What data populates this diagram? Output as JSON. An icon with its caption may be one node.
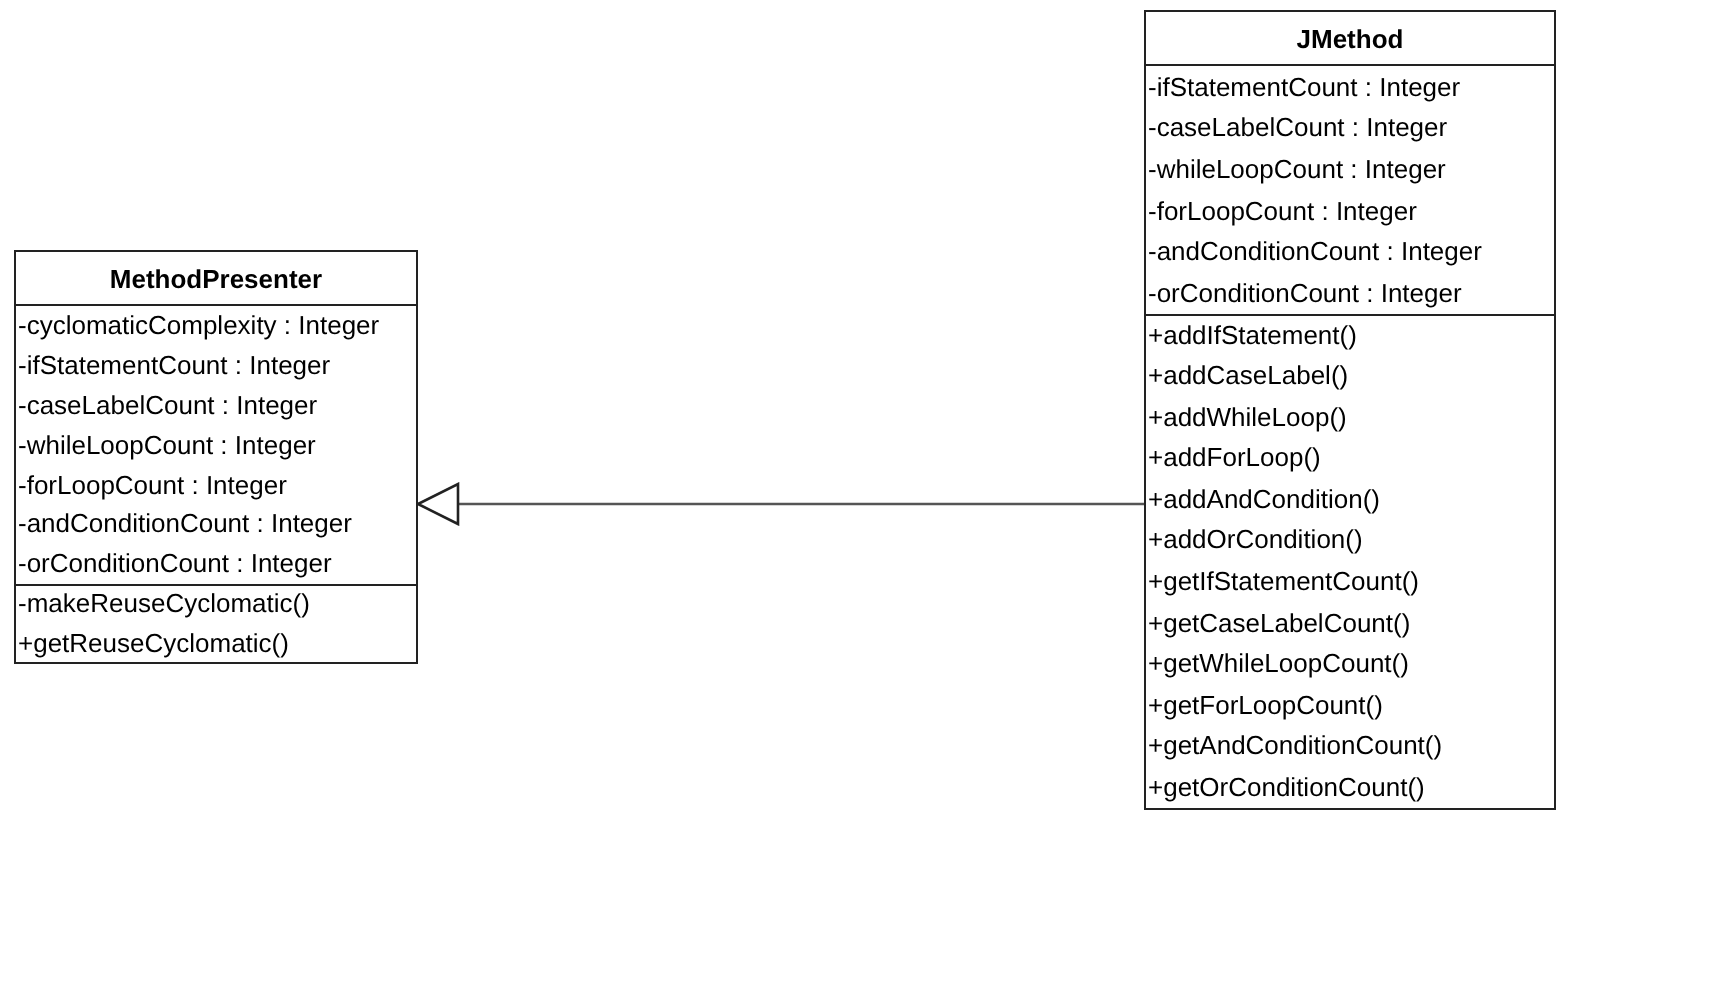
{
  "diagram": {
    "nodes": [
      {
        "text": [
          "MethodPresenter",
          "-cyclomaticComplexity : Integer",
          "-ifStatementCount : Integer",
          "-caseLabelCount : Integer",
          "-whileLoopCount : Integer",
          "-forLoopCount : Integer",
          "-andConditionCount : Integer",
          "-orConditionCount : Integer",
          "-makeReuseCyclomatic()",
          "+getReuseCyclomatic()"
        ]
      },
      {
        "text": [
          "JMethod",
          "-ifStatementCount : Integer",
          "-caseLabelCount : Integer",
          "-whileLoopCount : Integer",
          "-forLoopCount : Integer",
          "-andConditionCount : Integer",
          "-orConditionCount : Integer",
          "+addIfStatement()",
          "+addCaseLabel()",
          "+addWhileLoop()",
          "+addForLoop()",
          "+addAndCondition()",
          "+addOrCondition()",
          "+getIfStatementCount()",
          "+getCaseLabelCount()",
          "+getWhileLoopCount()",
          "+getForLoopCount()",
          "+getAndConditionCount()",
          "+getOrConditionCount()"
        ]
      }
    ],
    "edges": [
      {
        "from": 1,
        "to": 0,
        "arrow": "to"
      }
    ]
  }
}
